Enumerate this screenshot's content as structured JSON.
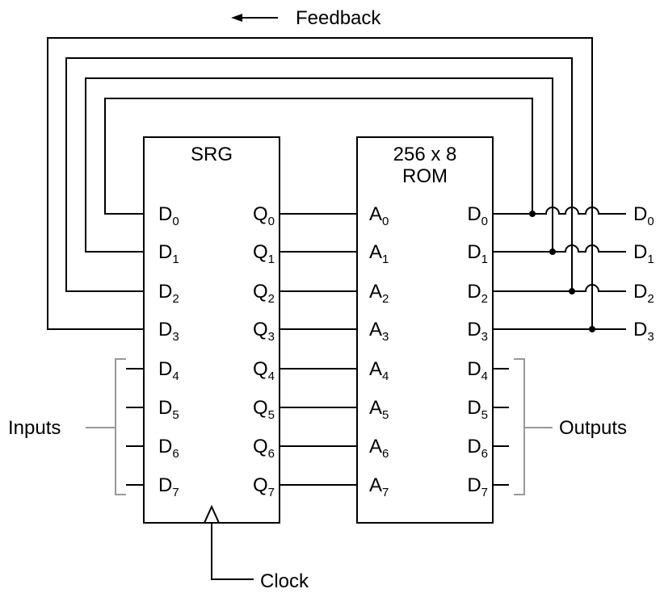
{
  "feedback": {
    "arrow": "←",
    "label": "Feedback"
  },
  "srg": {
    "title": "SRG",
    "inputs": [
      {
        "letter": "D",
        "sub": "0"
      },
      {
        "letter": "D",
        "sub": "1"
      },
      {
        "letter": "D",
        "sub": "2"
      },
      {
        "letter": "D",
        "sub": "3"
      },
      {
        "letter": "D",
        "sub": "4"
      },
      {
        "letter": "D",
        "sub": "5"
      },
      {
        "letter": "D",
        "sub": "6"
      },
      {
        "letter": "D",
        "sub": "7"
      }
    ],
    "outputs": [
      {
        "letter": "Q",
        "sub": "0"
      },
      {
        "letter": "Q",
        "sub": "1"
      },
      {
        "letter": "Q",
        "sub": "2"
      },
      {
        "letter": "Q",
        "sub": "3"
      },
      {
        "letter": "Q",
        "sub": "4"
      },
      {
        "letter": "Q",
        "sub": "5"
      },
      {
        "letter": "Q",
        "sub": "6"
      },
      {
        "letter": "Q",
        "sub": "7"
      }
    ]
  },
  "rom": {
    "title_line1": "256 x 8",
    "title_line2": "ROM",
    "address": [
      {
        "letter": "A",
        "sub": "0"
      },
      {
        "letter": "A",
        "sub": "1"
      },
      {
        "letter": "A",
        "sub": "2"
      },
      {
        "letter": "A",
        "sub": "3"
      },
      {
        "letter": "A",
        "sub": "4"
      },
      {
        "letter": "A",
        "sub": "5"
      },
      {
        "letter": "A",
        "sub": "6"
      },
      {
        "letter": "A",
        "sub": "7"
      }
    ],
    "data": [
      {
        "letter": "D",
        "sub": "0"
      },
      {
        "letter": "D",
        "sub": "1"
      },
      {
        "letter": "D",
        "sub": "2"
      },
      {
        "letter": "D",
        "sub": "3"
      },
      {
        "letter": "D",
        "sub": "4"
      },
      {
        "letter": "D",
        "sub": "5"
      },
      {
        "letter": "D",
        "sub": "6"
      },
      {
        "letter": "D",
        "sub": "7"
      }
    ]
  },
  "external_outputs": [
    {
      "letter": "D",
      "sub": "0"
    },
    {
      "letter": "D",
      "sub": "1"
    },
    {
      "letter": "D",
      "sub": "2"
    },
    {
      "letter": "D",
      "sub": "3"
    }
  ],
  "inputs_label": "Inputs",
  "outputs_label": "Outputs",
  "clock_label": "Clock",
  "colors": {
    "line": "#000000",
    "bracket": "#999999",
    "background": "#ffffff"
  }
}
